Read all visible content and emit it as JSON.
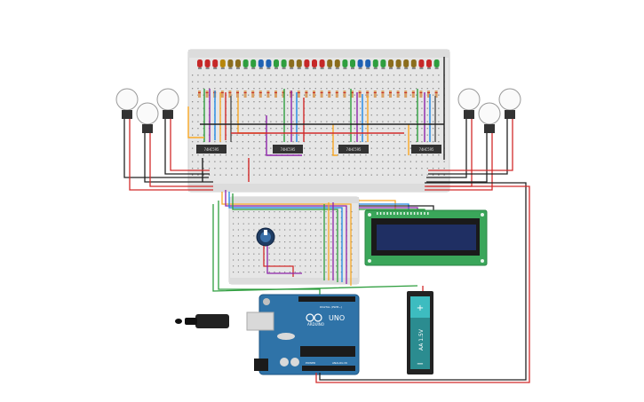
{
  "ic_chips": [
    {
      "label": "74HC595"
    },
    {
      "label": "74HC595"
    },
    {
      "label": "74HC595"
    },
    {
      "label": "74HC595"
    }
  ],
  "arduino": {
    "logo": "ARDUINO",
    "model": "UNO",
    "header_digital": "DIGITAL (PWM~)",
    "header_power": "POWER",
    "header_analog": "ANALOG IN"
  },
  "battery": {
    "plus": "+",
    "minus": "−",
    "label": "AA 1.5V"
  },
  "lcd": {
    "line1": "",
    "line2": ""
  },
  "colors": {
    "board_blue": "#2f73a8",
    "lcd_green": "#3aa65a",
    "lcd_screen": "#1f2f63",
    "battery_teal": "#3dbcc0",
    "wire_red": "#d22b2b",
    "wire_black": "#222222"
  },
  "led_colors": [
    "#c62828",
    "#c62828",
    "#c62828",
    "#b8860b",
    "#8b6d1d",
    "#8b6d1d",
    "#2e9e3e",
    "#2e9e3e",
    "#1f62b3",
    "#1f62b3",
    "#2e9e3e",
    "#2e9e3e",
    "#8b6d1d",
    "#8b6d1d",
    "#c62828",
    "#c62828",
    "#c62828",
    "#8b6d1d",
    "#8b6d1d",
    "#2e9e3e",
    "#2e9e3e",
    "#1f62b3",
    "#1f62b3",
    "#2e9e3e",
    "#2e9e3e",
    "#8b6d1d",
    "#8b6d1d",
    "#8b6d1d",
    "#8b6d1d",
    "#c62828",
    "#c62828",
    "#2e9e3e"
  ],
  "bulbs": {
    "count_left": 3,
    "count_right": 3
  }
}
